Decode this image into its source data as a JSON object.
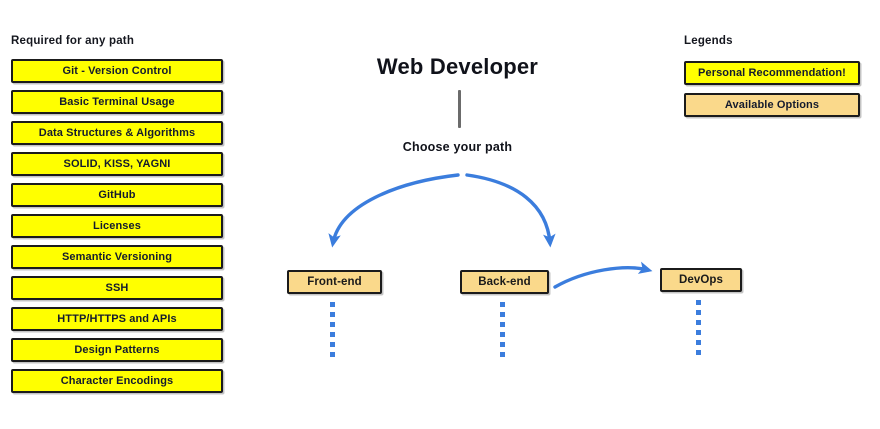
{
  "left_panel": {
    "heading": "Required for any path",
    "items": [
      {
        "label": "Git - Version Control"
      },
      {
        "label": "Basic Terminal Usage"
      },
      {
        "label": "Data Structures & Algorithms"
      },
      {
        "label": "SOLID, KISS, YAGNI"
      },
      {
        "label": "GitHub"
      },
      {
        "label": "Licenses"
      },
      {
        "label": "Semantic Versioning"
      },
      {
        "label": "SSH"
      },
      {
        "label": "HTTP/HTTPS and APIs"
      },
      {
        "label": "Design Patterns"
      },
      {
        "label": "Character Encodings"
      }
    ]
  },
  "legends": {
    "heading": "Legends",
    "items": [
      {
        "label": "Personal Recommendation!",
        "color": "#ffff00"
      },
      {
        "label": "Available Options",
        "color": "#fad98b"
      }
    ]
  },
  "flow": {
    "root_title": "Web Developer",
    "choose_label": "Choose your path",
    "nodes": [
      {
        "label": "Front-end"
      },
      {
        "label": "Back-end"
      },
      {
        "label": "DevOps"
      }
    ]
  },
  "colors": {
    "recommend_yellow": "#ffff00",
    "option_orange": "#fad98b",
    "arrow_blue": "#3b7ddd",
    "stem_gray": "#6b6b6b",
    "text_dark": "#10121a",
    "border_black": "#1b1b1b",
    "background": "#ffffff"
  }
}
